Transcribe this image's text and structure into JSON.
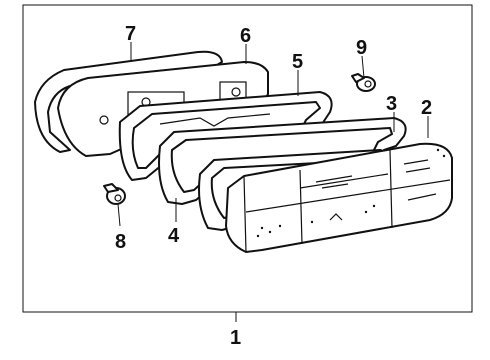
{
  "diagram": {
    "callouts": {
      "c1": "1",
      "c2": "2",
      "c3": "3",
      "c4": "4",
      "c5": "5",
      "c6": "6",
      "c7": "7",
      "c8": "8",
      "c9": "9"
    },
    "colors": {
      "line": "#111111",
      "background": "#ffffff"
    }
  }
}
